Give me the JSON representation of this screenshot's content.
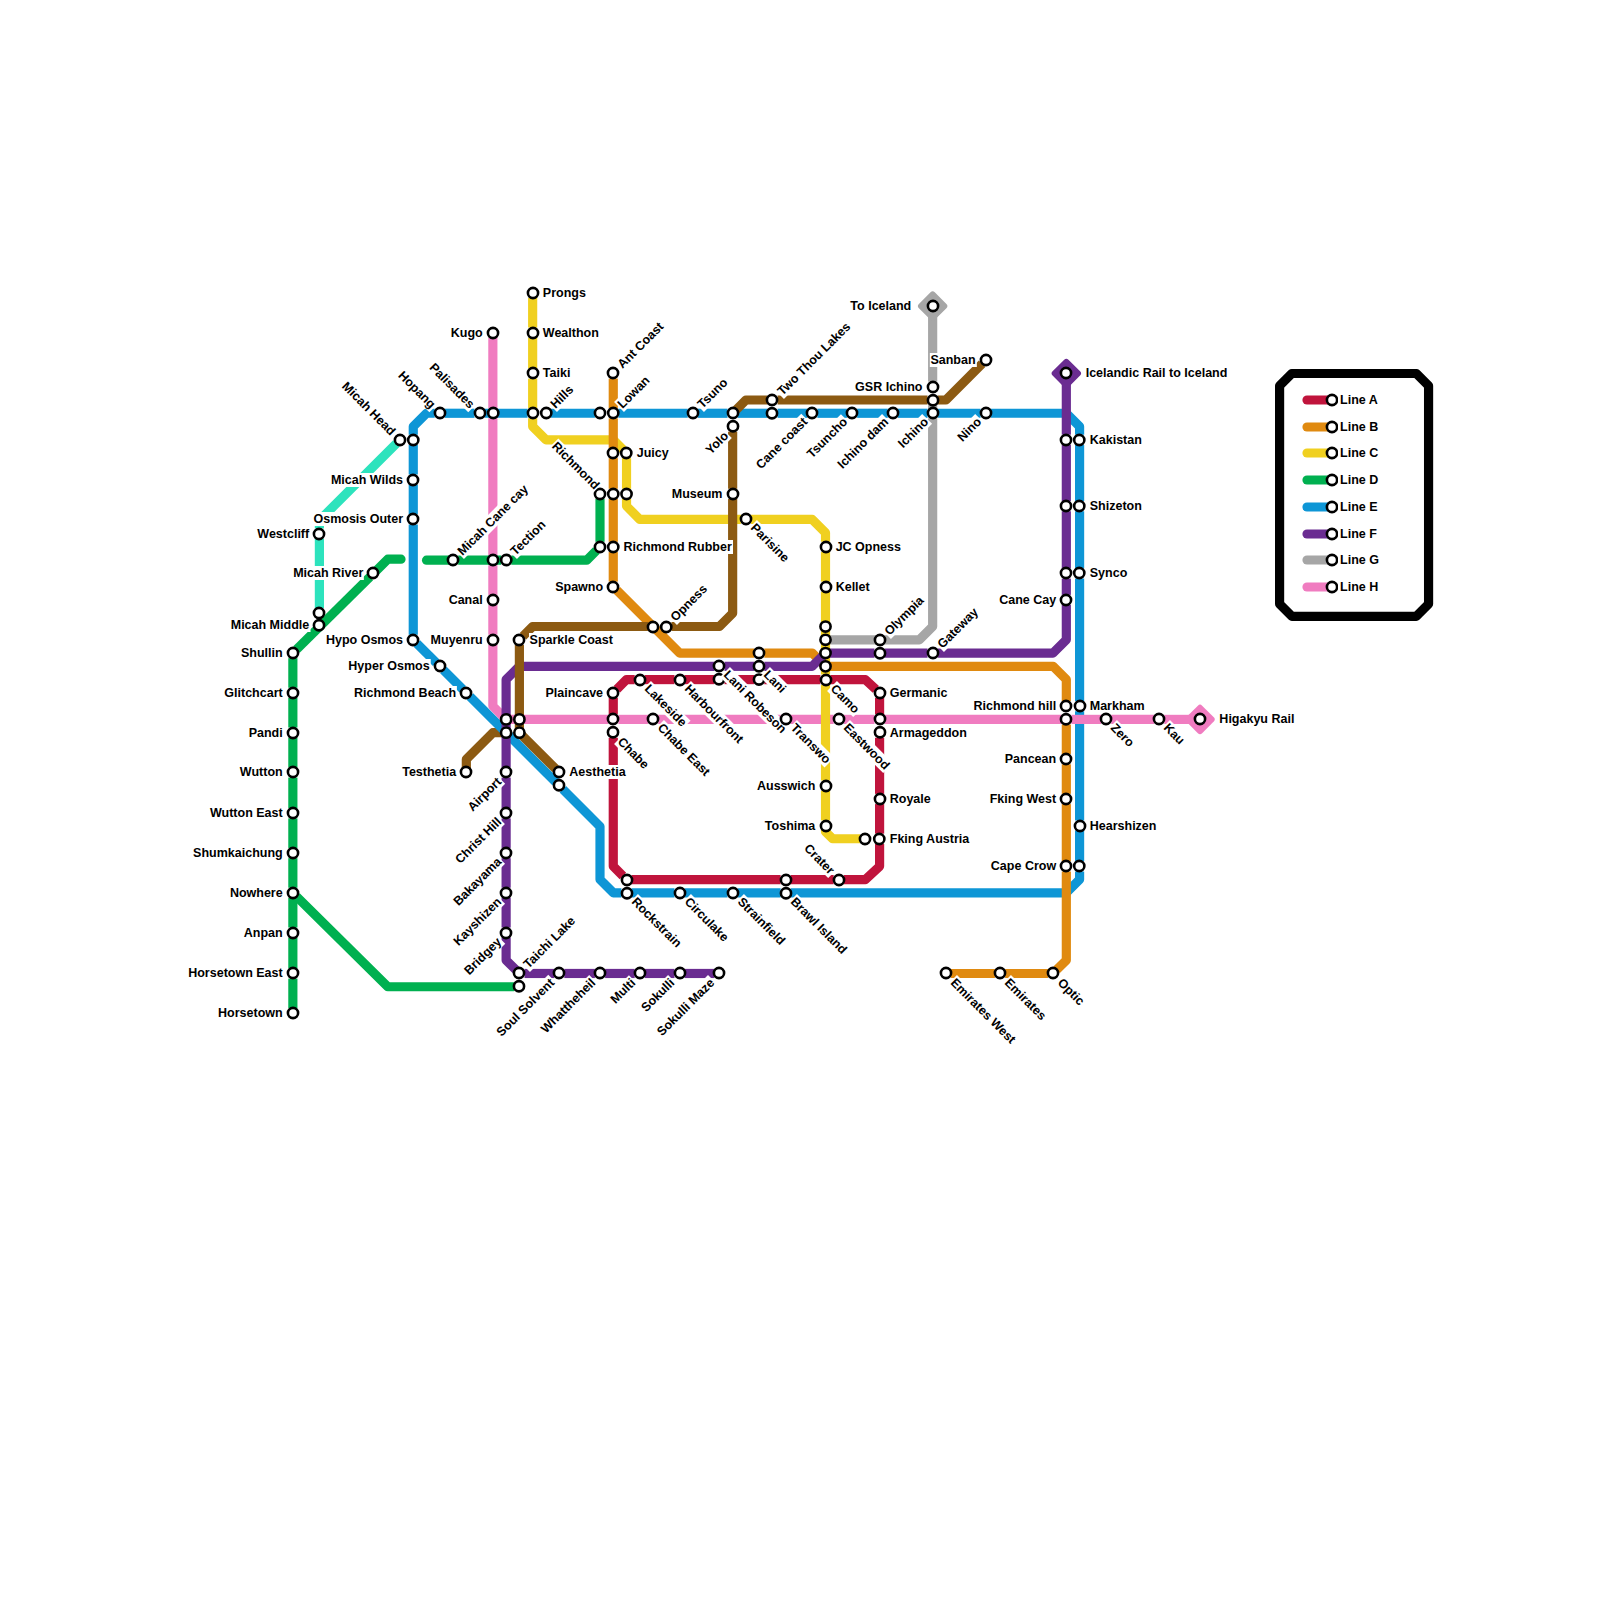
{
  "diagram": {
    "nodes": [
      {
        "text": [
          "Prongs"
        ]
      },
      {
        "text": [
          "Wealthon"
        ]
      },
      {
        "text": [
          "Taiki"
        ]
      },
      {
        "text": [
          "Hills"
        ]
      },
      {
        "text": [
          "Kugo"
        ]
      },
      {
        "text": [
          "Micah Head"
        ]
      },
      {
        "text": [
          "Hopang"
        ]
      },
      {
        "text": [
          "Palisades"
        ]
      },
      {
        "text": [
          "Micah Wilds"
        ]
      },
      {
        "text": [
          "Osmosis Outer"
        ]
      },
      {
        "text": [
          "Westcliff"
        ]
      },
      {
        "text": [
          "Micah River"
        ]
      },
      {
        "text": [
          "Micah Middle"
        ]
      },
      {
        "text": [
          "Hypo Osmos"
        ]
      },
      {
        "text": [
          "Hyper Osmos"
        ]
      },
      {
        "text": [
          "Richmond Beach"
        ]
      },
      {
        "text": [
          "Shullin"
        ]
      },
      {
        "text": [
          "Glitchcart"
        ]
      },
      {
        "text": [
          "Pandi"
        ]
      },
      {
        "text": [
          "Wutton"
        ]
      },
      {
        "text": [
          "Wutton East"
        ]
      },
      {
        "text": [
          "Shumkaichung"
        ]
      },
      {
        "text": [
          "Nowhere"
        ]
      },
      {
        "text": [
          "Anpan"
        ]
      },
      {
        "text": [
          "Horsetown East"
        ]
      },
      {
        "text": [
          "Horsetown"
        ]
      },
      {
        "text": [
          "Micah Cane cay"
        ]
      },
      {
        "text": [
          "Tection"
        ]
      },
      {
        "text": [
          "Canal"
        ]
      },
      {
        "text": [
          "Muyenru"
        ]
      },
      {
        "text": [
          "Sparkle Coast"
        ]
      },
      {
        "text": [
          "Testhetia"
        ]
      },
      {
        "text": [
          "Airport"
        ]
      },
      {
        "text": [
          "Christ Hill"
        ]
      },
      {
        "text": [
          "Bakayama"
        ]
      },
      {
        "text": [
          "Kayshizen"
        ]
      },
      {
        "text": [
          "Bridgey"
        ]
      },
      {
        "text": [
          "Taichi Lake"
        ]
      },
      {
        "text": [
          "Soul Solvent"
        ]
      },
      {
        "text": [
          "Whattheheil"
        ]
      },
      {
        "text": [
          "Multi"
        ]
      },
      {
        "text": [
          "Sokulli"
        ]
      },
      {
        "text": [
          "Sokulli Maze"
        ]
      },
      {
        "text": [
          "Aesthetia"
        ]
      },
      {
        "text": [
          "Ant Coast"
        ]
      },
      {
        "text": [
          "Lowan"
        ]
      },
      {
        "text": [
          "Juicy"
        ]
      },
      {
        "text": [
          "Richmond"
        ]
      },
      {
        "text": [
          "Richmond Rubber"
        ]
      },
      {
        "text": [
          "Spawno"
        ]
      },
      {
        "text": [
          "Opness"
        ]
      },
      {
        "text": [
          "Plaincave"
        ]
      },
      {
        "text": [
          "Chabe"
        ]
      },
      {
        "text": [
          "Lakeside"
        ]
      },
      {
        "text": [
          "Chabe East"
        ]
      },
      {
        "text": [
          "Harbourfront"
        ]
      },
      {
        "text": [
          "Lani Robeson"
        ]
      },
      {
        "text": [
          "Lani"
        ]
      },
      {
        "text": [
          "Tsuno"
        ]
      },
      {
        "text": [
          "Yolo"
        ]
      },
      {
        "text": [
          "Two Thou Lakes"
        ]
      },
      {
        "text": [
          "Museum"
        ]
      },
      {
        "text": [
          "Parisine"
        ]
      },
      {
        "text": [
          "Cane coast"
        ]
      },
      {
        "text": [
          "Tsuncho"
        ]
      },
      {
        "text": [
          "Ichino dam"
        ]
      },
      {
        "text": [
          "Ichino"
        ]
      },
      {
        "text": [
          "GSR Ichino"
        ]
      },
      {
        "text": [
          "To Iceland"
        ]
      },
      {
        "text": [
          "Sanban"
        ]
      },
      {
        "text": [
          "Nino"
        ]
      },
      {
        "text": [
          "JC Opness"
        ]
      },
      {
        "text": [
          "Kellet"
        ]
      },
      {
        "text": [
          "Olympia"
        ]
      },
      {
        "text": [
          "Gateway"
        ]
      },
      {
        "text": [
          "Camo"
        ]
      },
      {
        "text": [
          "Transwo"
        ]
      },
      {
        "text": [
          "Eastwood"
        ]
      },
      {
        "text": [
          "Germanic"
        ]
      },
      {
        "text": [
          "Armageddon"
        ]
      },
      {
        "text": [
          "Royale"
        ]
      },
      {
        "text": [
          "Fking Austria"
        ]
      },
      {
        "text": [
          "Ausswich"
        ]
      },
      {
        "text": [
          "Toshima"
        ]
      },
      {
        "text": [
          "Crater"
        ]
      },
      {
        "text": [
          "Brawl Island"
        ]
      },
      {
        "text": [
          "Strainfield"
        ]
      },
      {
        "text": [
          "Circulake"
        ]
      },
      {
        "text": [
          "Rockstrain"
        ]
      },
      {
        "text": [
          "Icelandic Rail to Iceland"
        ]
      },
      {
        "text": [
          "Kakistan"
        ]
      },
      {
        "text": [
          "Shizeton"
        ]
      },
      {
        "text": [
          "Synco"
        ]
      },
      {
        "text": [
          "Cane Cay"
        ]
      },
      {
        "text": [
          "Richmond hill"
        ]
      },
      {
        "text": [
          "Markham"
        ]
      },
      {
        "text": [
          "Zero"
        ]
      },
      {
        "text": [
          "Kau"
        ]
      },
      {
        "text": [
          "Higakyu Rail"
        ]
      },
      {
        "text": [
          "Pancean"
        ]
      },
      {
        "text": [
          "Fking West"
        ]
      },
      {
        "text": [
          "Hearshizen"
        ]
      },
      {
        "text": [
          "Cape Crow"
        ]
      },
      {
        "text": [
          "Optic"
        ]
      },
      {
        "text": [
          "Emirates"
        ]
      },
      {
        "text": [
          "Emirates West"
        ]
      }
    ],
    "edges": [
      {
        "from": 25,
        "to": 24,
        "arrow": "none"
      },
      {
        "from": 24,
        "to": 23,
        "arrow": "none"
      },
      {
        "from": 23,
        "to": 22,
        "arrow": "none"
      },
      {
        "from": 22,
        "to": 21,
        "arrow": "none"
      },
      {
        "from": 21,
        "to": 20,
        "arrow": "none"
      },
      {
        "from": 20,
        "to": 19,
        "arrow": "none"
      },
      {
        "from": 19,
        "to": 18,
        "arrow": "none"
      },
      {
        "from": 18,
        "to": 17,
        "arrow": "none"
      },
      {
        "from": 17,
        "to": 16,
        "arrow": "none"
      },
      {
        "from": 16,
        "to": 11,
        "arrow": "none"
      },
      {
        "from": 22,
        "to": 37,
        "arrow": "none"
      },
      {
        "from": 26,
        "to": 27,
        "arrow": "none"
      },
      {
        "from": 27,
        "to": 48,
        "arrow": "none"
      },
      {
        "from": 48,
        "to": 47,
        "arrow": "none"
      },
      {
        "from": 5,
        "to": 10,
        "arrow": "none"
      },
      {
        "from": 10,
        "to": 12,
        "arrow": "none"
      },
      {
        "from": 5,
        "to": 6,
        "arrow": "none"
      },
      {
        "from": 6,
        "to": 7,
        "arrow": "none"
      },
      {
        "from": 7,
        "to": 3,
        "arrow": "none"
      },
      {
        "from": 3,
        "to": 45,
        "arrow": "none"
      },
      {
        "from": 45,
        "to": 58,
        "arrow": "none"
      },
      {
        "from": 58,
        "to": 59,
        "arrow": "none"
      },
      {
        "from": 59,
        "to": 60,
        "arrow": "none"
      },
      {
        "from": 60,
        "to": 63,
        "arrow": "none"
      },
      {
        "from": 63,
        "to": 64,
        "arrow": "none"
      },
      {
        "from": 64,
        "to": 65,
        "arrow": "none"
      },
      {
        "from": 65,
        "to": 66,
        "arrow": "none"
      },
      {
        "from": 66,
        "to": 70,
        "arrow": "none"
      },
      {
        "from": 70,
        "to": 90,
        "arrow": "none"
      },
      {
        "from": 90,
        "to": 91,
        "arrow": "none"
      },
      {
        "from": 91,
        "to": 92,
        "arrow": "none"
      },
      {
        "from": 92,
        "to": 95,
        "arrow": "none"
      },
      {
        "from": 95,
        "to": 101,
        "arrow": "none"
      },
      {
        "from": 101,
        "to": 102,
        "arrow": "none"
      },
      {
        "from": 102,
        "to": 85,
        "arrow": "none"
      },
      {
        "from": 85,
        "to": 86,
        "arrow": "none"
      },
      {
        "from": 86,
        "to": 87,
        "arrow": "none"
      },
      {
        "from": 87,
        "to": 88,
        "arrow": "none"
      },
      {
        "from": 88,
        "to": 43,
        "arrow": "none"
      },
      {
        "from": 43,
        "to": 15,
        "arrow": "none"
      },
      {
        "from": 15,
        "to": 14,
        "arrow": "none"
      },
      {
        "from": 14,
        "to": 13,
        "arrow": "none"
      },
      {
        "from": 13,
        "to": 9,
        "arrow": "none"
      },
      {
        "from": 9,
        "to": 8,
        "arrow": "none"
      },
      {
        "from": 8,
        "to": 5,
        "arrow": "none"
      },
      {
        "from": 4,
        "to": 7,
        "arrow": "none"
      },
      {
        "from": 7,
        "to": 27,
        "arrow": "none"
      },
      {
        "from": 27,
        "to": 28,
        "arrow": "none"
      },
      {
        "from": 28,
        "to": 29,
        "arrow": "none"
      },
      {
        "from": 29,
        "to": 52,
        "arrow": "none"
      },
      {
        "from": 52,
        "to": 54,
        "arrow": "none"
      },
      {
        "from": 54,
        "to": 76,
        "arrow": "none"
      },
      {
        "from": 76,
        "to": 77,
        "arrow": "none"
      },
      {
        "from": 77,
        "to": 79,
        "arrow": "none"
      },
      {
        "from": 79,
        "to": 94,
        "arrow": "none"
      },
      {
        "from": 94,
        "to": 96,
        "arrow": "none"
      },
      {
        "from": 96,
        "to": 97,
        "arrow": "none"
      },
      {
        "from": 97,
        "to": 98,
        "arrow": "none"
      },
      {
        "from": 0,
        "to": 1,
        "arrow": "none"
      },
      {
        "from": 1,
        "to": 2,
        "arrow": "none"
      },
      {
        "from": 2,
        "to": 3,
        "arrow": "none"
      },
      {
        "from": 3,
        "to": 46,
        "arrow": "none"
      },
      {
        "from": 46,
        "to": 47,
        "arrow": "none"
      },
      {
        "from": 47,
        "to": 62,
        "arrow": "none"
      },
      {
        "from": 62,
        "to": 71,
        "arrow": "none"
      },
      {
        "from": 71,
        "to": 72,
        "arrow": "none"
      },
      {
        "from": 72,
        "to": 75,
        "arrow": "none"
      },
      {
        "from": 75,
        "to": 82,
        "arrow": "none"
      },
      {
        "from": 82,
        "to": 83,
        "arrow": "none"
      },
      {
        "from": 83,
        "to": 81,
        "arrow": "none"
      },
      {
        "from": 44,
        "to": 45,
        "arrow": "none"
      },
      {
        "from": 45,
        "to": 46,
        "arrow": "none"
      },
      {
        "from": 46,
        "to": 47,
        "arrow": "none"
      },
      {
        "from": 47,
        "to": 48,
        "arrow": "none"
      },
      {
        "from": 48,
        "to": 49,
        "arrow": "none"
      },
      {
        "from": 49,
        "to": 57,
        "arrow": "none"
      },
      {
        "from": 57,
        "to": 94,
        "arrow": "none"
      },
      {
        "from": 94,
        "to": 99,
        "arrow": "none"
      },
      {
        "from": 99,
        "to": 100,
        "arrow": "none"
      },
      {
        "from": 100,
        "to": 102,
        "arrow": "none"
      },
      {
        "from": 102,
        "to": 103,
        "arrow": "none"
      },
      {
        "from": 103,
        "to": 104,
        "arrow": "none"
      },
      {
        "from": 104,
        "to": 105,
        "arrow": "none"
      },
      {
        "from": 89,
        "to": 90,
        "arrow": "none"
      },
      {
        "from": 90,
        "to": 91,
        "arrow": "none"
      },
      {
        "from": 91,
        "to": 92,
        "arrow": "none"
      },
      {
        "from": 92,
        "to": 93,
        "arrow": "none"
      },
      {
        "from": 93,
        "to": 74,
        "arrow": "none"
      },
      {
        "from": 74,
        "to": 73,
        "arrow": "none"
      },
      {
        "from": 73,
        "to": 57,
        "arrow": "none"
      },
      {
        "from": 57,
        "to": 56,
        "arrow": "none"
      },
      {
        "from": 56,
        "to": 32,
        "arrow": "none"
      },
      {
        "from": 32,
        "to": 33,
        "arrow": "none"
      },
      {
        "from": 33,
        "to": 34,
        "arrow": "none"
      },
      {
        "from": 34,
        "to": 35,
        "arrow": "none"
      },
      {
        "from": 35,
        "to": 36,
        "arrow": "none"
      },
      {
        "from": 36,
        "to": 37,
        "arrow": "none"
      },
      {
        "from": 37,
        "to": 38,
        "arrow": "none"
      },
      {
        "from": 38,
        "to": 39,
        "arrow": "none"
      },
      {
        "from": 39,
        "to": 40,
        "arrow": "none"
      },
      {
        "from": 40,
        "to": 41,
        "arrow": "none"
      },
      {
        "from": 41,
        "to": 42,
        "arrow": "none"
      },
      {
        "from": 51,
        "to": 53,
        "arrow": "none"
      },
      {
        "from": 53,
        "to": 55,
        "arrow": "none"
      },
      {
        "from": 55,
        "to": 56,
        "arrow": "none"
      },
      {
        "from": 56,
        "to": 57,
        "arrow": "none"
      },
      {
        "from": 57,
        "to": 75,
        "arrow": "none"
      },
      {
        "from": 75,
        "to": 78,
        "arrow": "none"
      },
      {
        "from": 78,
        "to": 79,
        "arrow": "none"
      },
      {
        "from": 79,
        "to": 80,
        "arrow": "none"
      },
      {
        "from": 80,
        "to": 81,
        "arrow": "none"
      },
      {
        "from": 81,
        "to": 84,
        "arrow": "none"
      },
      {
        "from": 84,
        "to": 85,
        "arrow": "none"
      },
      {
        "from": 85,
        "to": 88,
        "arrow": "none"
      },
      {
        "from": 88,
        "to": 52,
        "arrow": "none"
      },
      {
        "from": 52,
        "to": 51,
        "arrow": "none"
      },
      {
        "from": 68,
        "to": 67,
        "arrow": "none"
      },
      {
        "from": 67,
        "to": 66,
        "arrow": "none"
      },
      {
        "from": 66,
        "to": 73,
        "arrow": "none"
      },
      {
        "from": 69,
        "to": 67,
        "arrow": "none"
      },
      {
        "from": 67,
        "to": 60,
        "arrow": "none"
      },
      {
        "from": 60,
        "to": 59,
        "arrow": "none"
      },
      {
        "from": 59,
        "to": 61,
        "arrow": "none"
      },
      {
        "from": 61,
        "to": 50,
        "arrow": "none"
      },
      {
        "from": 50,
        "to": 30,
        "arrow": "none"
      },
      {
        "from": 30,
        "to": 43,
        "arrow": "none"
      }
    ],
    "legend": [
      {
        "text": "Line A",
        "color": "#c0143c"
      },
      {
        "text": "Line B",
        "color": "#e08a10"
      },
      {
        "text": "Line C",
        "color": "#f0d020"
      },
      {
        "text": "Line D",
        "color": "#00b050"
      },
      {
        "text": "Line E",
        "color": "#0e96d6"
      },
      {
        "text": "Line F",
        "color": "#6a2c91"
      },
      {
        "text": "Line G",
        "color": "#a6a6a6"
      },
      {
        "text": "Line H",
        "color": "#f07cc0"
      }
    ]
  }
}
